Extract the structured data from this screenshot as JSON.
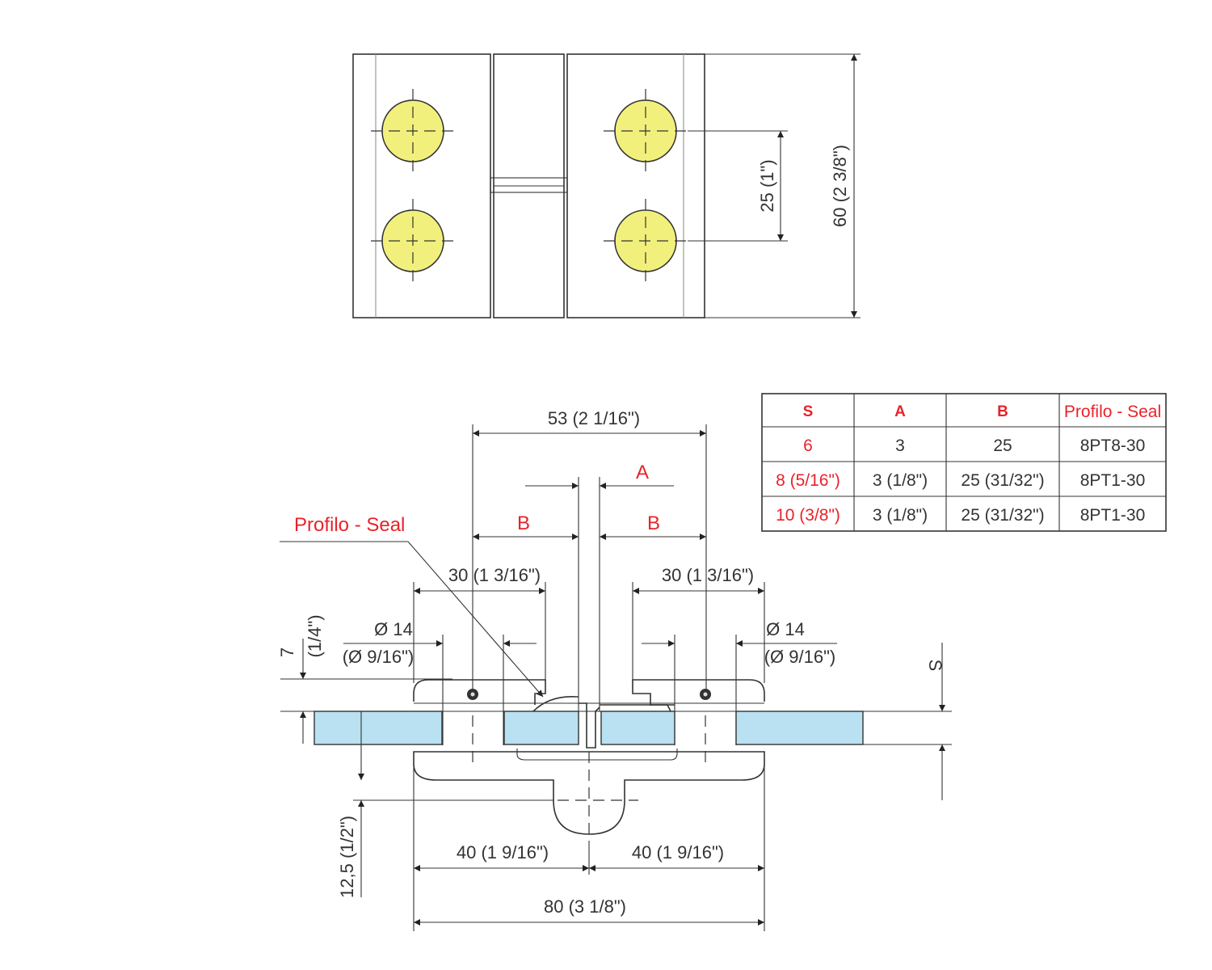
{
  "top_view": {
    "dim_hole_spacing": "25 (1\")",
    "dim_height": "60 (2  3/8\")"
  },
  "section_view": {
    "dim_53": "53 (2  1/16\")",
    "label_A": "A",
    "label_B_left": "B",
    "label_B_right": "B",
    "label_profilo_seal": "Profilo - Seal",
    "dim_30_left": "30 (1  3/16\")",
    "dim_30_right": "30 (1  3/16\")",
    "dim_d14_left": "Ø 14",
    "dim_d14_left_in": "(Ø 9/16\")",
    "dim_d14_right": "Ø 14",
    "dim_d14_right_in": "(Ø 9/16\")",
    "dim_7": "7",
    "dim_7_in": "(1/4\")",
    "label_S": "S",
    "dim_12_5": "12,5 (1/2\")",
    "dim_40_left": "40 (1  9/16\")",
    "dim_40_right": "40 (1  9/16\")",
    "dim_80": "80 (3  1/8\")"
  },
  "table": {
    "headers": [
      "S",
      "A",
      "B",
      "Profilo - Seal"
    ],
    "rows": [
      [
        "6",
        "3",
        "25",
        "8PT8-30"
      ],
      [
        "8 (5/16\")",
        "3 (1/8\")",
        "25 (31/32\")",
        "8PT1-30"
      ],
      [
        "10 (3/8\")",
        "3 (1/8\")",
        "25 (31/32\")",
        "8PT1-30"
      ]
    ]
  },
  "colors": {
    "accent_red": "#e8232a",
    "hole_yellow": "#f2f07c",
    "glass_blue": "#b9e1f1"
  }
}
